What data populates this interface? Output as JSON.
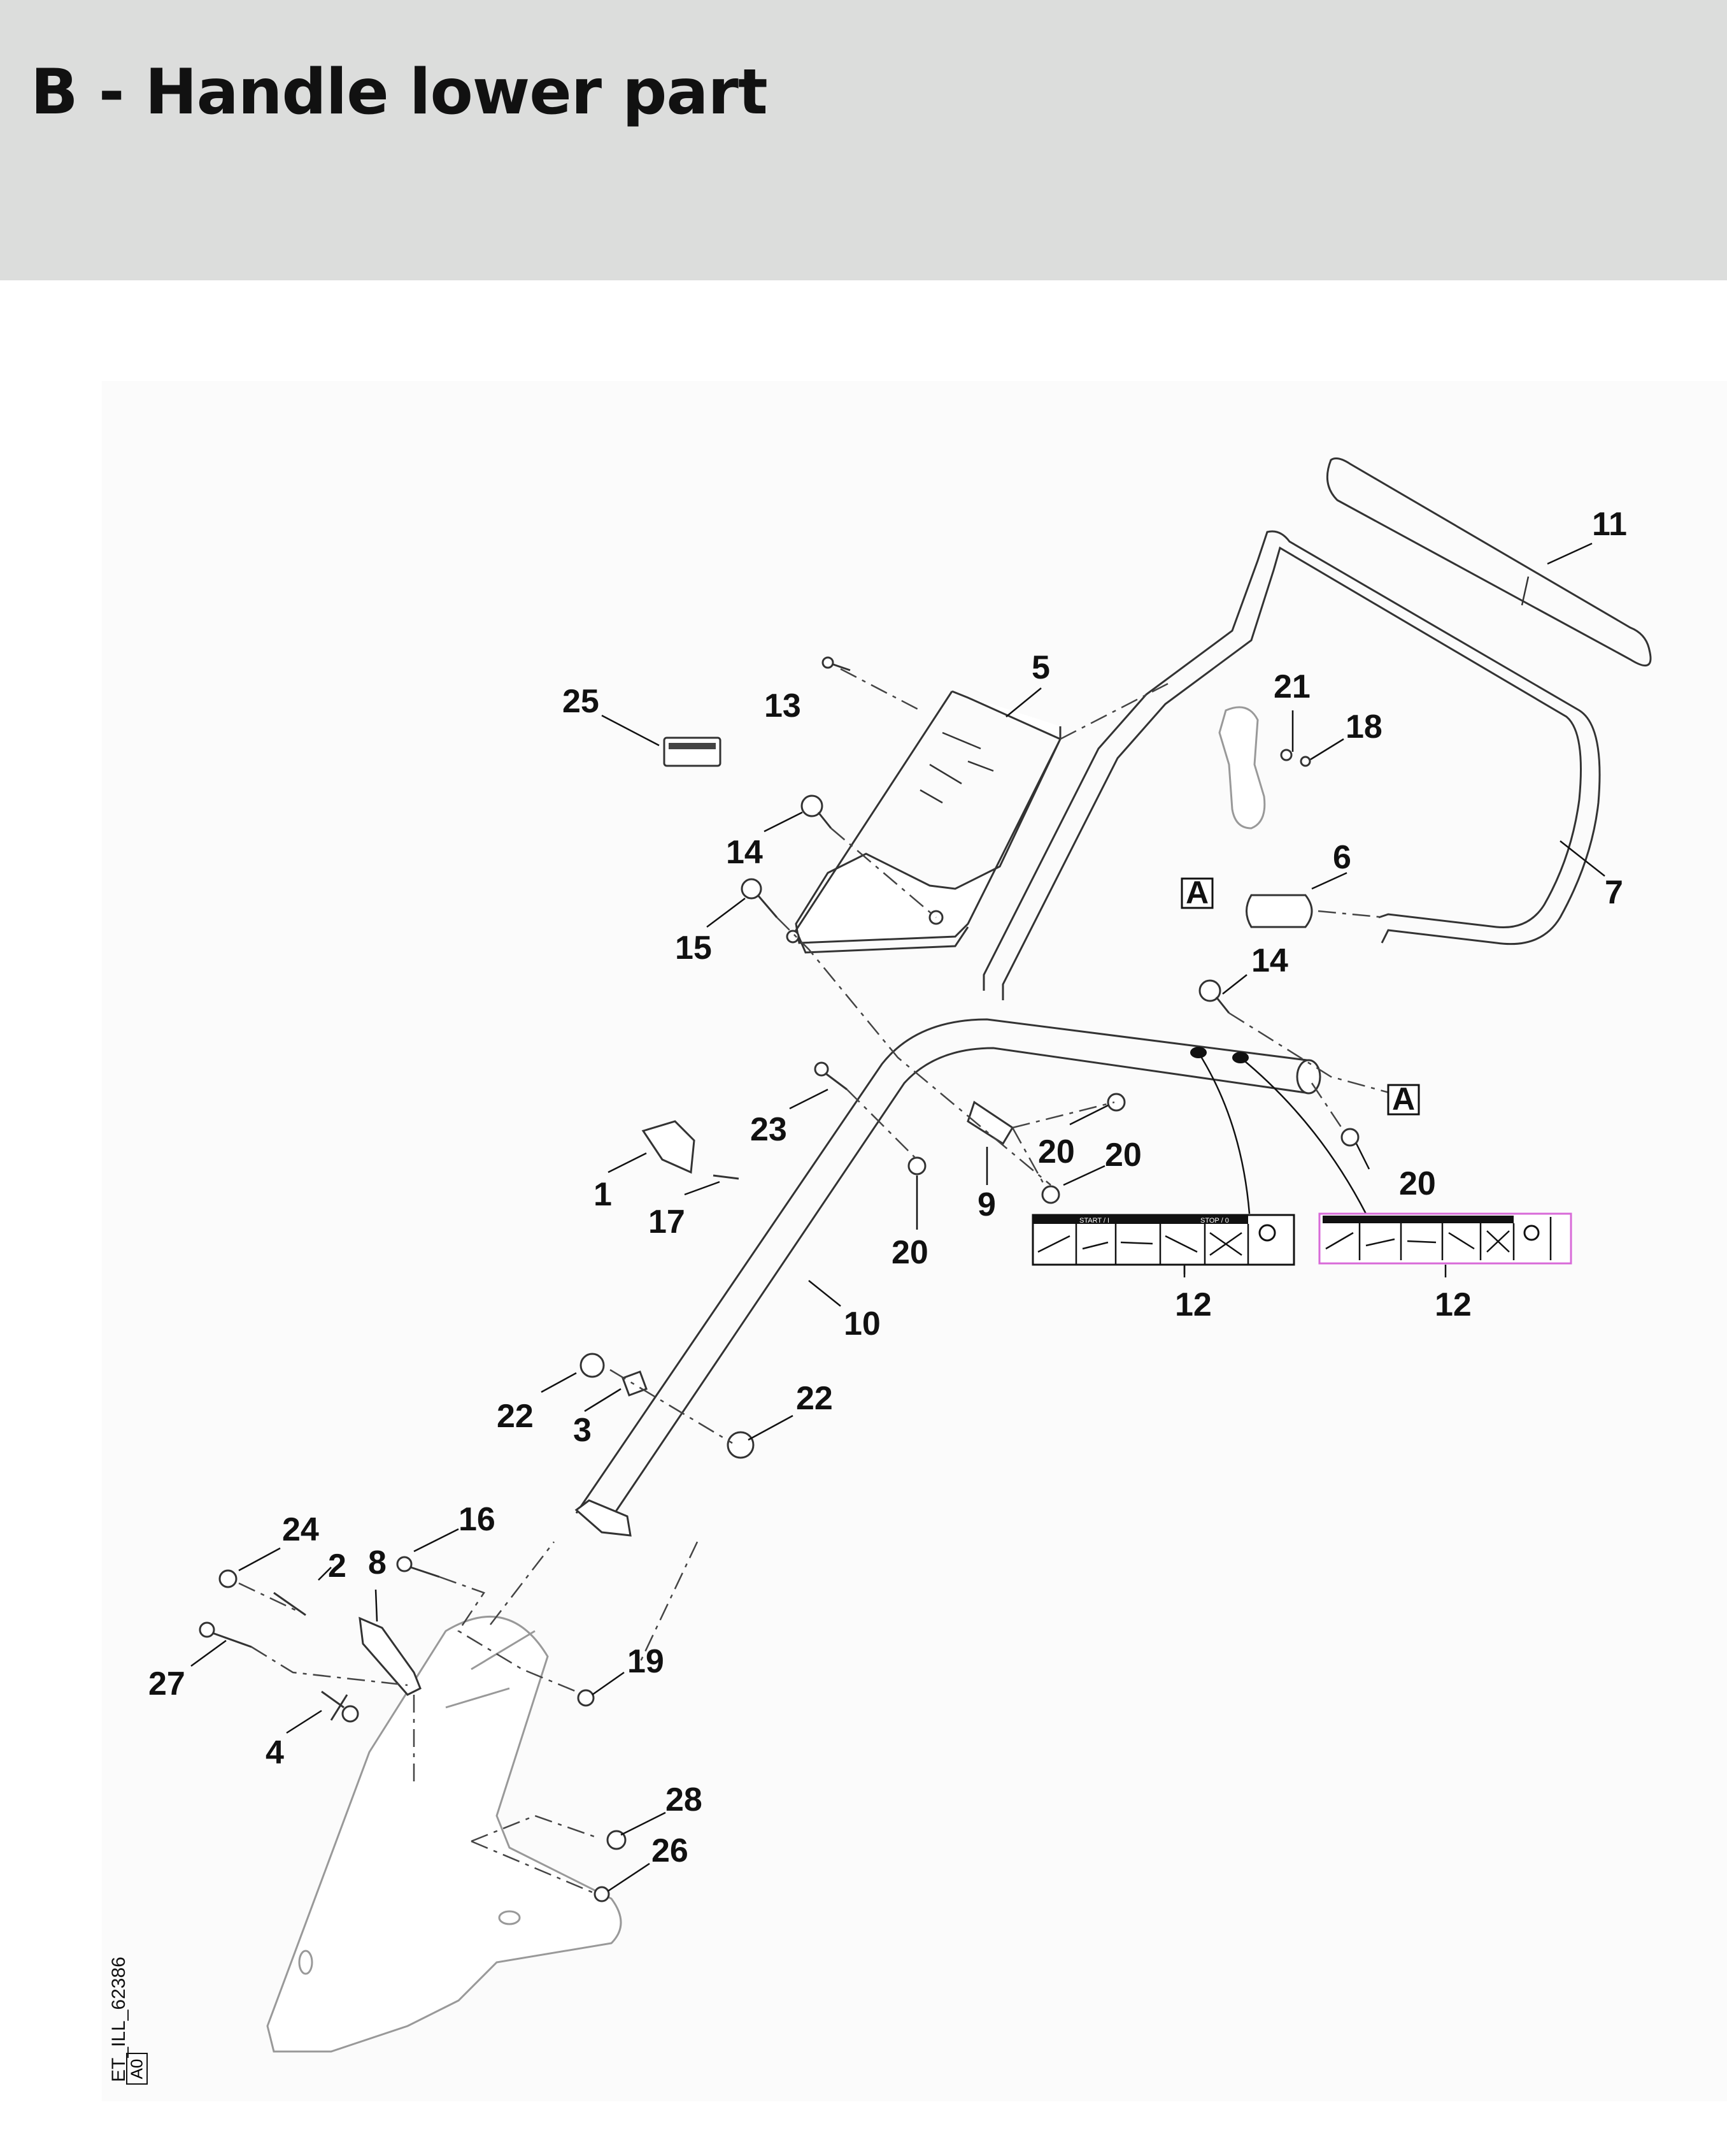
{
  "title": "B - Handle lower part",
  "drawing_id": "ET_ILL_62386",
  "revision": "A0",
  "reference_marker": "A",
  "part_callouts": [
    "1",
    "2",
    "3",
    "4",
    "5",
    "6",
    "7",
    "8",
    "9",
    "10",
    "11",
    "12",
    "12",
    "13",
    "14",
    "14",
    "15",
    "16",
    "17",
    "18",
    "19",
    "20",
    "20",
    "20",
    "20",
    "21",
    "22",
    "22",
    "23",
    "24",
    "25",
    "26",
    "27",
    "28"
  ],
  "decal_12": {
    "start_label": "START / I",
    "stop_label": "STOP / 0"
  },
  "colors": {
    "header_bg": "#dcdddc",
    "line": "#333333",
    "highlight": "#d86ad8"
  },
  "icons": [
    "stihl-logo-label-icon",
    "start-stop-decal-icon"
  ]
}
